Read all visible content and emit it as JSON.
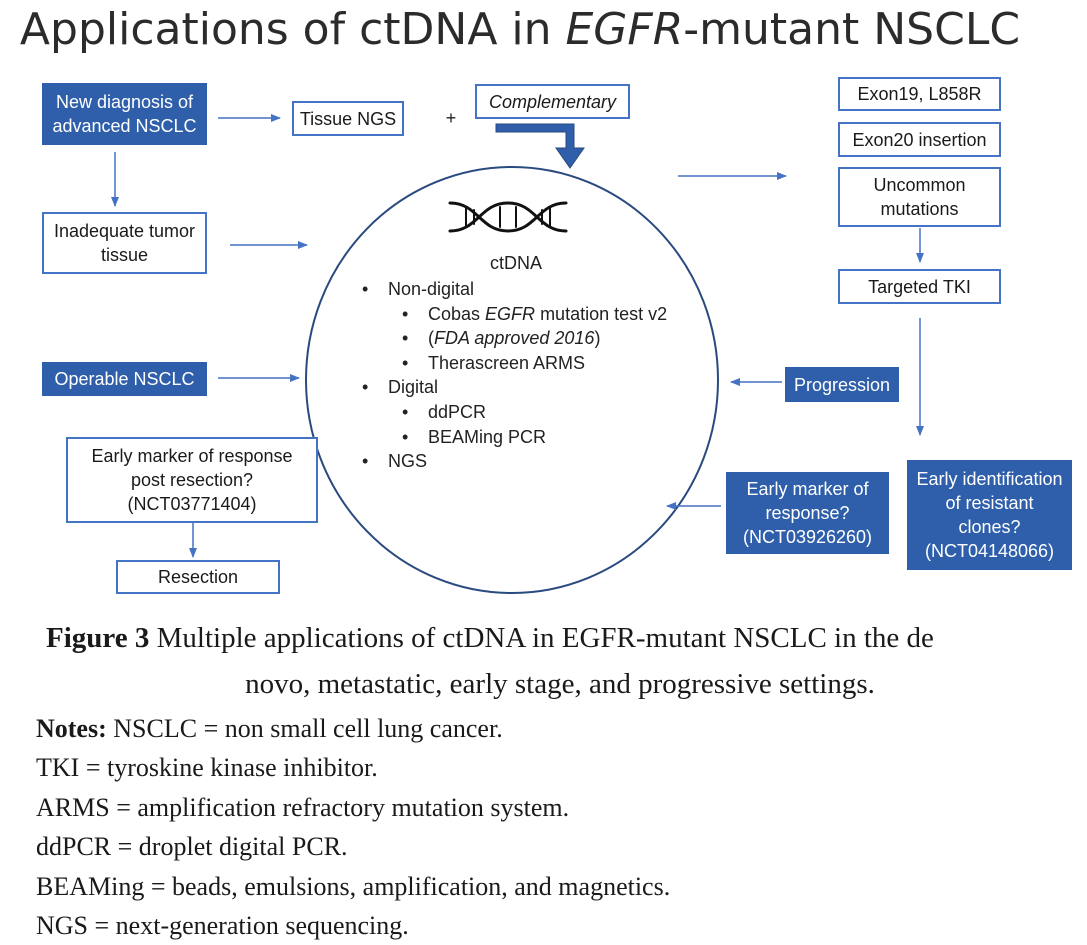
{
  "title": {
    "main": "Applications of ctDNA in ",
    "italic": "EGFR",
    "rest": "-mutant NSCLC"
  },
  "boxes": {
    "new_diagnosis": "New diagnosis of advanced NSCLC",
    "tissue_ngs": "Tissue NGS",
    "plus": "+",
    "complementary": "Complementary",
    "inadequate": "Inadequate tumor tissue",
    "operable": "Operable NSCLC",
    "early_marker_resection": "Early marker of response post resection? (NCT03771404)",
    "resection": "Resection",
    "exon19": "Exon19, L858R",
    "exon20": "Exon20 insertion",
    "uncommon": "Uncommon mutations",
    "targeted_tki": "Targeted TKI",
    "progression": "Progression",
    "early_marker_response": "Early marker of response? (NCT03926260)",
    "early_identification": "Early identification of resistant clones? (NCT04148066)"
  },
  "ctdna": {
    "label": "ctDNA",
    "non_digital": "Non-digital",
    "cobas_a": "Cobas ",
    "cobas_italic": "EGFR",
    "cobas_b": " mutation test v2",
    "fda_open": "(",
    "fda_italic": "FDA approved 2016",
    "fda_close": ")",
    "therascreen": "Therascreen ARMS",
    "digital": "Digital",
    "ddpcr": "ddPCR",
    "beaming": "BEAMing PCR",
    "ngs": "NGS"
  },
  "caption": {
    "figure_label": "Figure 3",
    "line1": " Multiple applications of ctDNA in EGFR-mutant NSCLC in the de",
    "line2": "novo, metastatic, early stage, and progressive settings."
  },
  "notes": {
    "label": "Notes:",
    "nsclc": " NSCLC = non small cell lung cancer.",
    "tki": "TKI = tyroskine kinase inhibitor.",
    "arms": "ARMS = amplification refractory mutation system.",
    "ddpcr": "ddPCR = droplet digital PCR.",
    "beaming": "BEAMing = beads, emulsions, amplification, and magnetics.",
    "ngs": "NGS = next-generation sequencing."
  },
  "colors": {
    "accent": "#2f5faa",
    "outline": "#4472c4"
  },
  "icons": {
    "dna": "dna-double-helix-icon"
  }
}
